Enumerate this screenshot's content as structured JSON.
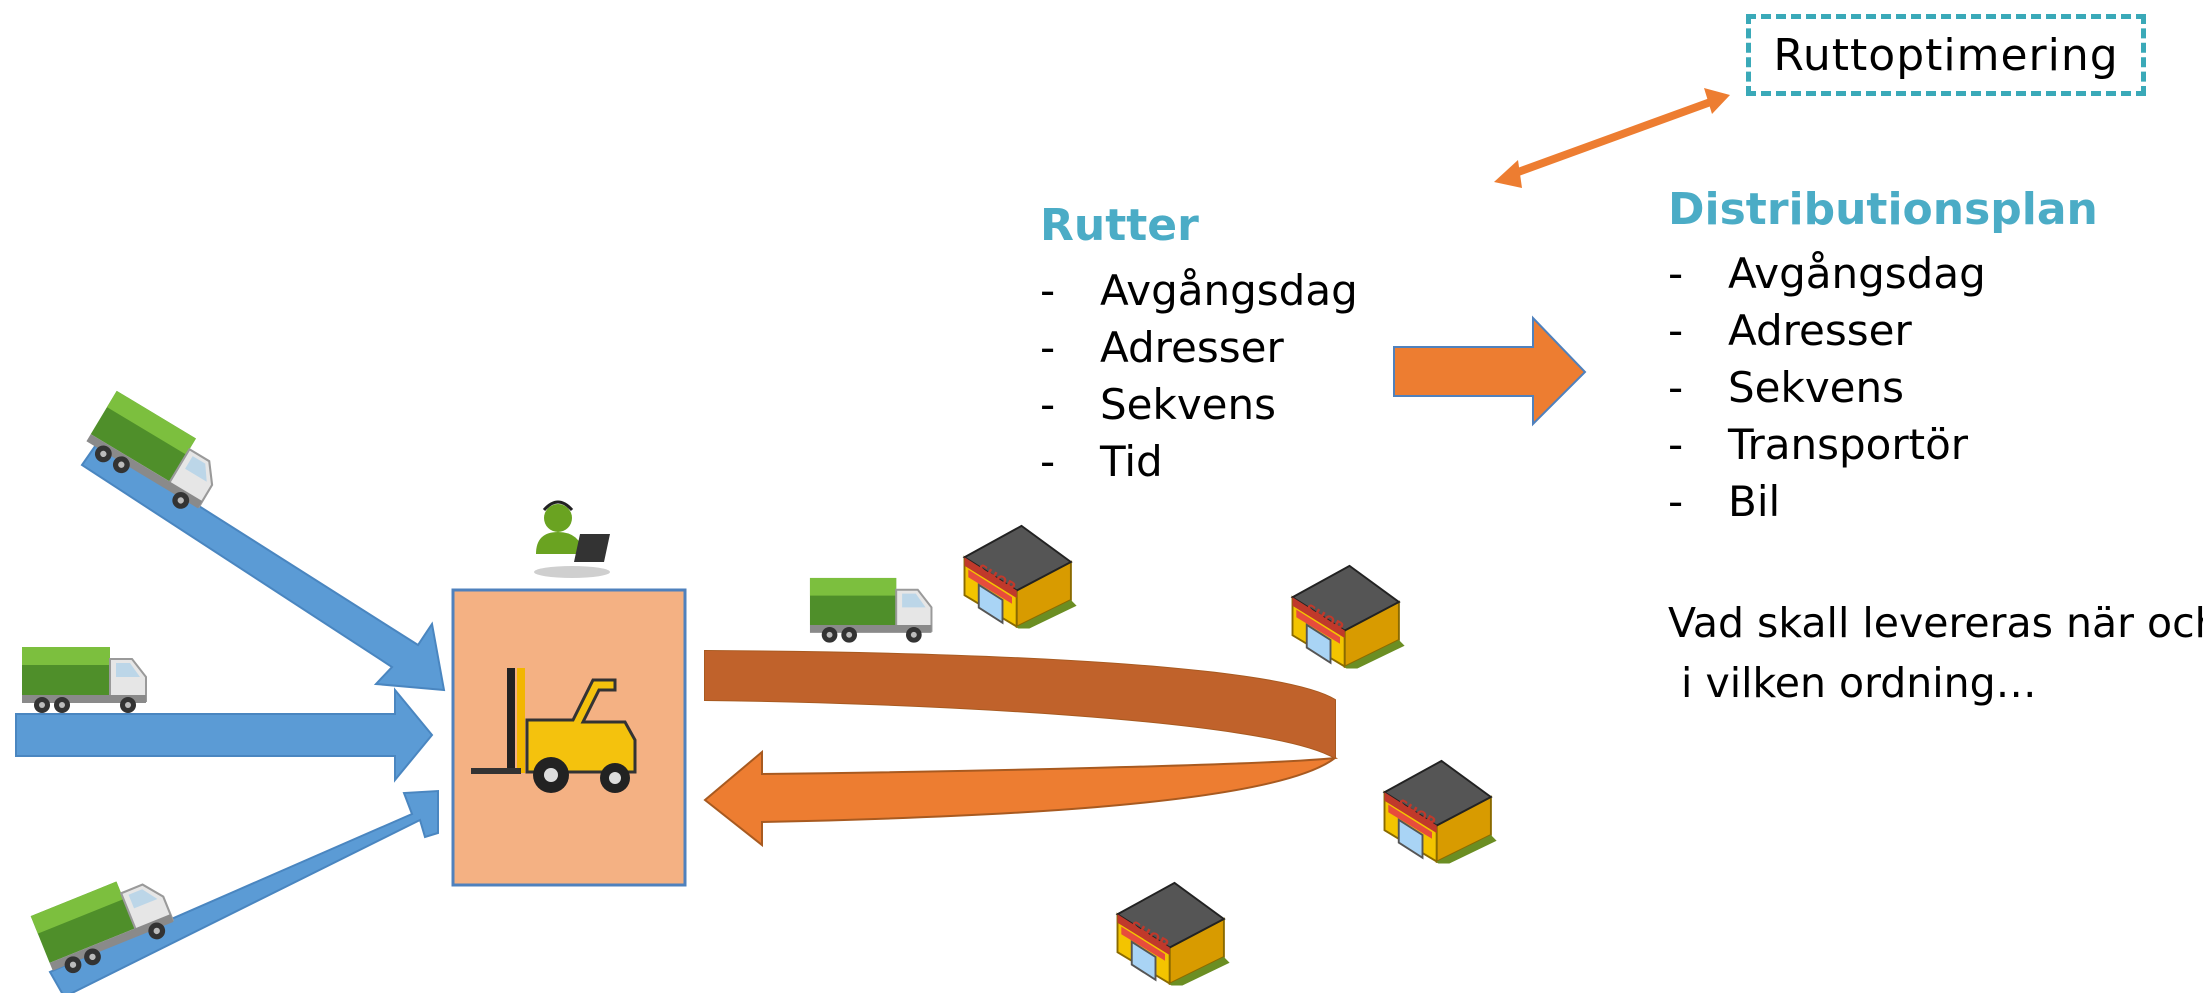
{
  "colors": {
    "accent_heading": "#4bacc6",
    "inbound_arrow": "#5b9bd5",
    "outbound_arrow": "#ed7d31",
    "warehouse": "#f4b183",
    "optimization_border": "#3aa9b8"
  },
  "optimization_label": "Ruttoptimering",
  "routes": {
    "title": "Rutter",
    "items": [
      {
        "dash": "-",
        "label": "Avgångsdag"
      },
      {
        "dash": "-",
        "label": "Adresser"
      },
      {
        "dash": "-",
        "label": "Sekvens"
      },
      {
        "dash": "-",
        "label": "Tid"
      }
    ]
  },
  "distribution_plan": {
    "title": "Distributionsplan",
    "items": [
      {
        "dash": "-",
        "label": "Avgångsdag"
      },
      {
        "dash": "-",
        "label": "Adresser"
      },
      {
        "dash": "-",
        "label": "Sekvens"
      },
      {
        "dash": "-",
        "label": "Transportör"
      },
      {
        "dash": "-",
        "label": "Bil"
      }
    ]
  },
  "note": {
    "line1": "Vad skall levereras när och",
    "line2": " i vilken ordning…"
  },
  "shop_sign": "SHOP",
  "icons": [
    "truck-icon",
    "forklift-icon",
    "operator-with-laptop-icon",
    "shop-icon",
    "double-headed-arrow",
    "right-arrow"
  ]
}
